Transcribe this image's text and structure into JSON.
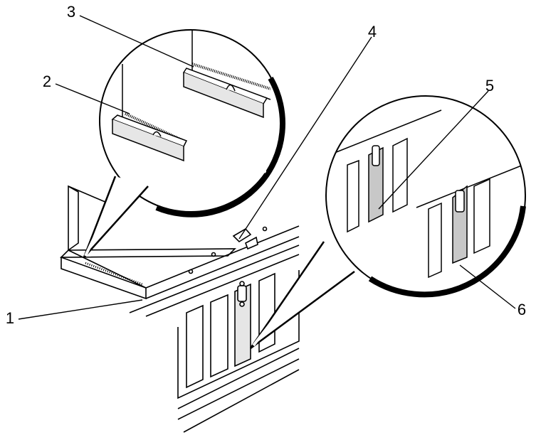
{
  "callouts": [
    {
      "id": "1",
      "label": "1"
    },
    {
      "id": "2",
      "label": "2"
    },
    {
      "id": "3",
      "label": "3"
    },
    {
      "id": "4",
      "label": "4"
    },
    {
      "id": "5",
      "label": "5"
    },
    {
      "id": "6",
      "label": "6"
    }
  ],
  "colors": {
    "ink": "#000000",
    "paper": "#ffffff",
    "shade": "#e6e6e6",
    "shade_dark": "#c8c8c8"
  }
}
